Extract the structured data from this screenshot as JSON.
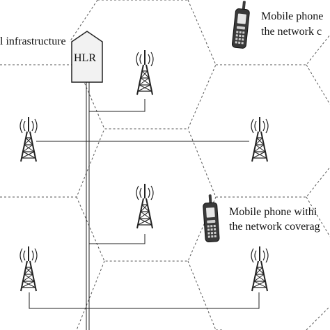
{
  "labels": {
    "infrastructure": "l infrastructure",
    "hlr": "HLR",
    "phone_top_line1": "Mobile phone",
    "phone_top_line2": "the network c",
    "phone_mid_line1": "Mobile phone withi",
    "phone_mid_line2": "the network coverag"
  },
  "icons": {
    "hlr_node": "house-shaped-node-icon",
    "tower": "antenna-tower-icon",
    "phone": "mobile-phone-icon"
  },
  "colors": {
    "line": "#222222",
    "cell_border": "#555555",
    "phone_body": "#3a3a3a",
    "hlr_fill": "#f2f2f2"
  }
}
